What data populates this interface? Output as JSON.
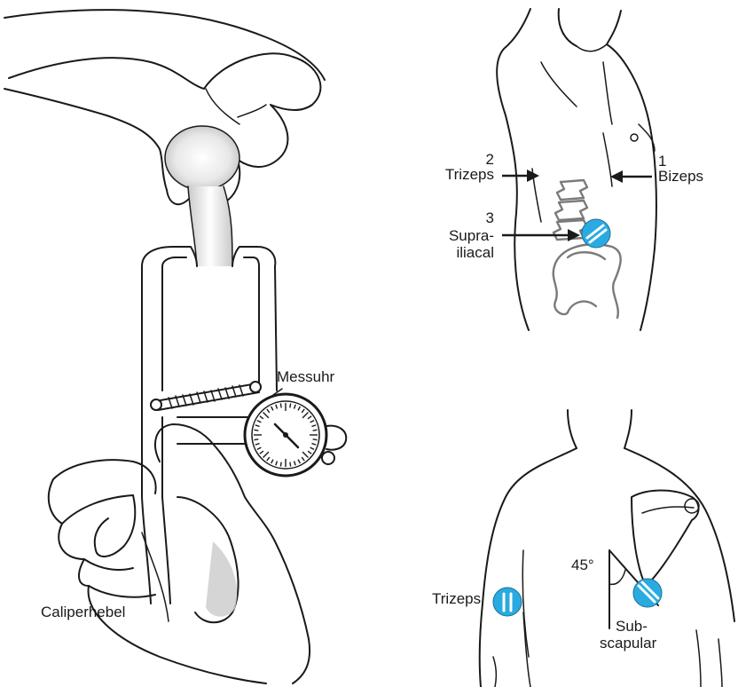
{
  "left_figure": {
    "dial_label": "Messuhr",
    "lever_label": "Caliperhebel"
  },
  "front_torso": {
    "biceps": {
      "number": "1",
      "name": "Bizeps"
    },
    "triceps": {
      "number": "2",
      "name": "Trizeps"
    },
    "suprailiac": {
      "number": "3",
      "name_line1": "Supra-",
      "name_line2": "iliacal"
    }
  },
  "back_torso": {
    "triceps_label": "Trizeps",
    "angle_label": "45°",
    "subscapular_line1": "Sub-",
    "subscapular_line2": "scapular"
  },
  "colors": {
    "marker": "#29abe2",
    "stroke": "#1a1a1a",
    "skeleton": "#7a7a7a"
  }
}
